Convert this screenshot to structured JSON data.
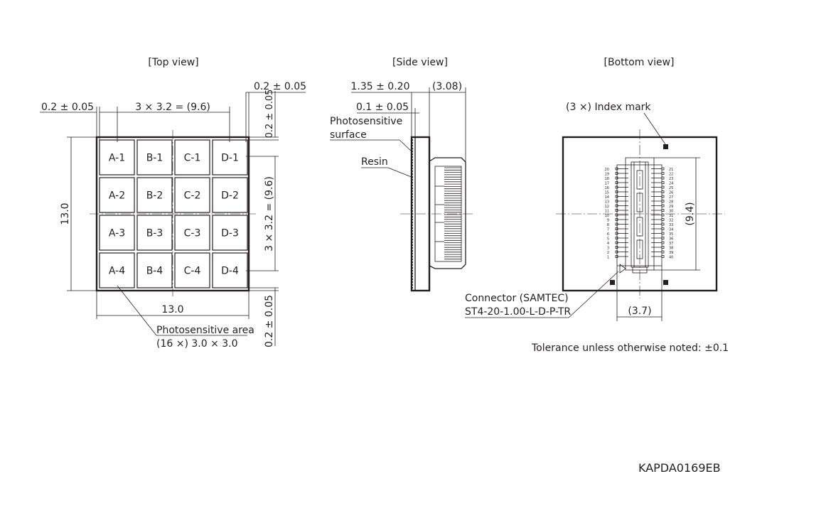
{
  "top_view": {
    "title": "[Top view]",
    "dim_margin_left": "0.2 ± 0.05",
    "dim_pitch_top": "3 × 3.2 = (9.6)",
    "dim_margin_right": "0.2 ± 0.05",
    "dim_margin_top": "0.2 ± 0.05",
    "dim_height": "13.0",
    "dim_pitch_side": "3 × 3.2 = (9.6)",
    "dim_margin_bottom": "0.2 ± 0.05",
    "dim_width": "13.0",
    "photosensitive_area_label": "Photosensitive area",
    "photosensitive_area_value": "(16 ×) 3.0 × 3.0",
    "pads": [
      [
        "A-1",
        "B-1",
        "C-1",
        "D-1"
      ],
      [
        "A-2",
        "B-2",
        "C-2",
        "D-2"
      ],
      [
        "A-3",
        "B-3",
        "C-3",
        "D-3"
      ],
      [
        "A-4",
        "B-4",
        "C-4",
        "D-4"
      ]
    ]
  },
  "side_view": {
    "title": "[Side view]",
    "dim_thickness": "1.35 ± 0.20",
    "dim_connector": "(3.08)",
    "dim_surface": "0.1 ± 0.05",
    "label_surface_line1": "Photosensitive",
    "label_surface_line2": "surface",
    "label_resin": "Resin"
  },
  "bottom_view": {
    "title": "[Bottom view]",
    "index_mark_label": "(3 ×) Index mark",
    "dim_connector_height": "(9.4)",
    "dim_connector_width": "(3.7)",
    "connector_label_line1": "Connector (SAMTEC)",
    "connector_label_line2": "ST4-20-1.00-L-D-P-TR",
    "pins_left": [
      "20",
      "19",
      "18",
      "17",
      "16",
      "15",
      "14",
      "13",
      "12",
      "11",
      "10",
      "9",
      "8",
      "7",
      "6",
      "5",
      "4",
      "3",
      "2",
      "1"
    ],
    "pins_right": [
      "21",
      "22",
      "23",
      "24",
      "25",
      "26",
      "27",
      "28",
      "29",
      "30",
      "31",
      "32",
      "33",
      "34",
      "35",
      "36",
      "37",
      "38",
      "39",
      "40"
    ]
  },
  "tolerance_note": "Tolerance unless otherwise noted: ±0.1",
  "drawing_code": "KAPDA0169EB"
}
